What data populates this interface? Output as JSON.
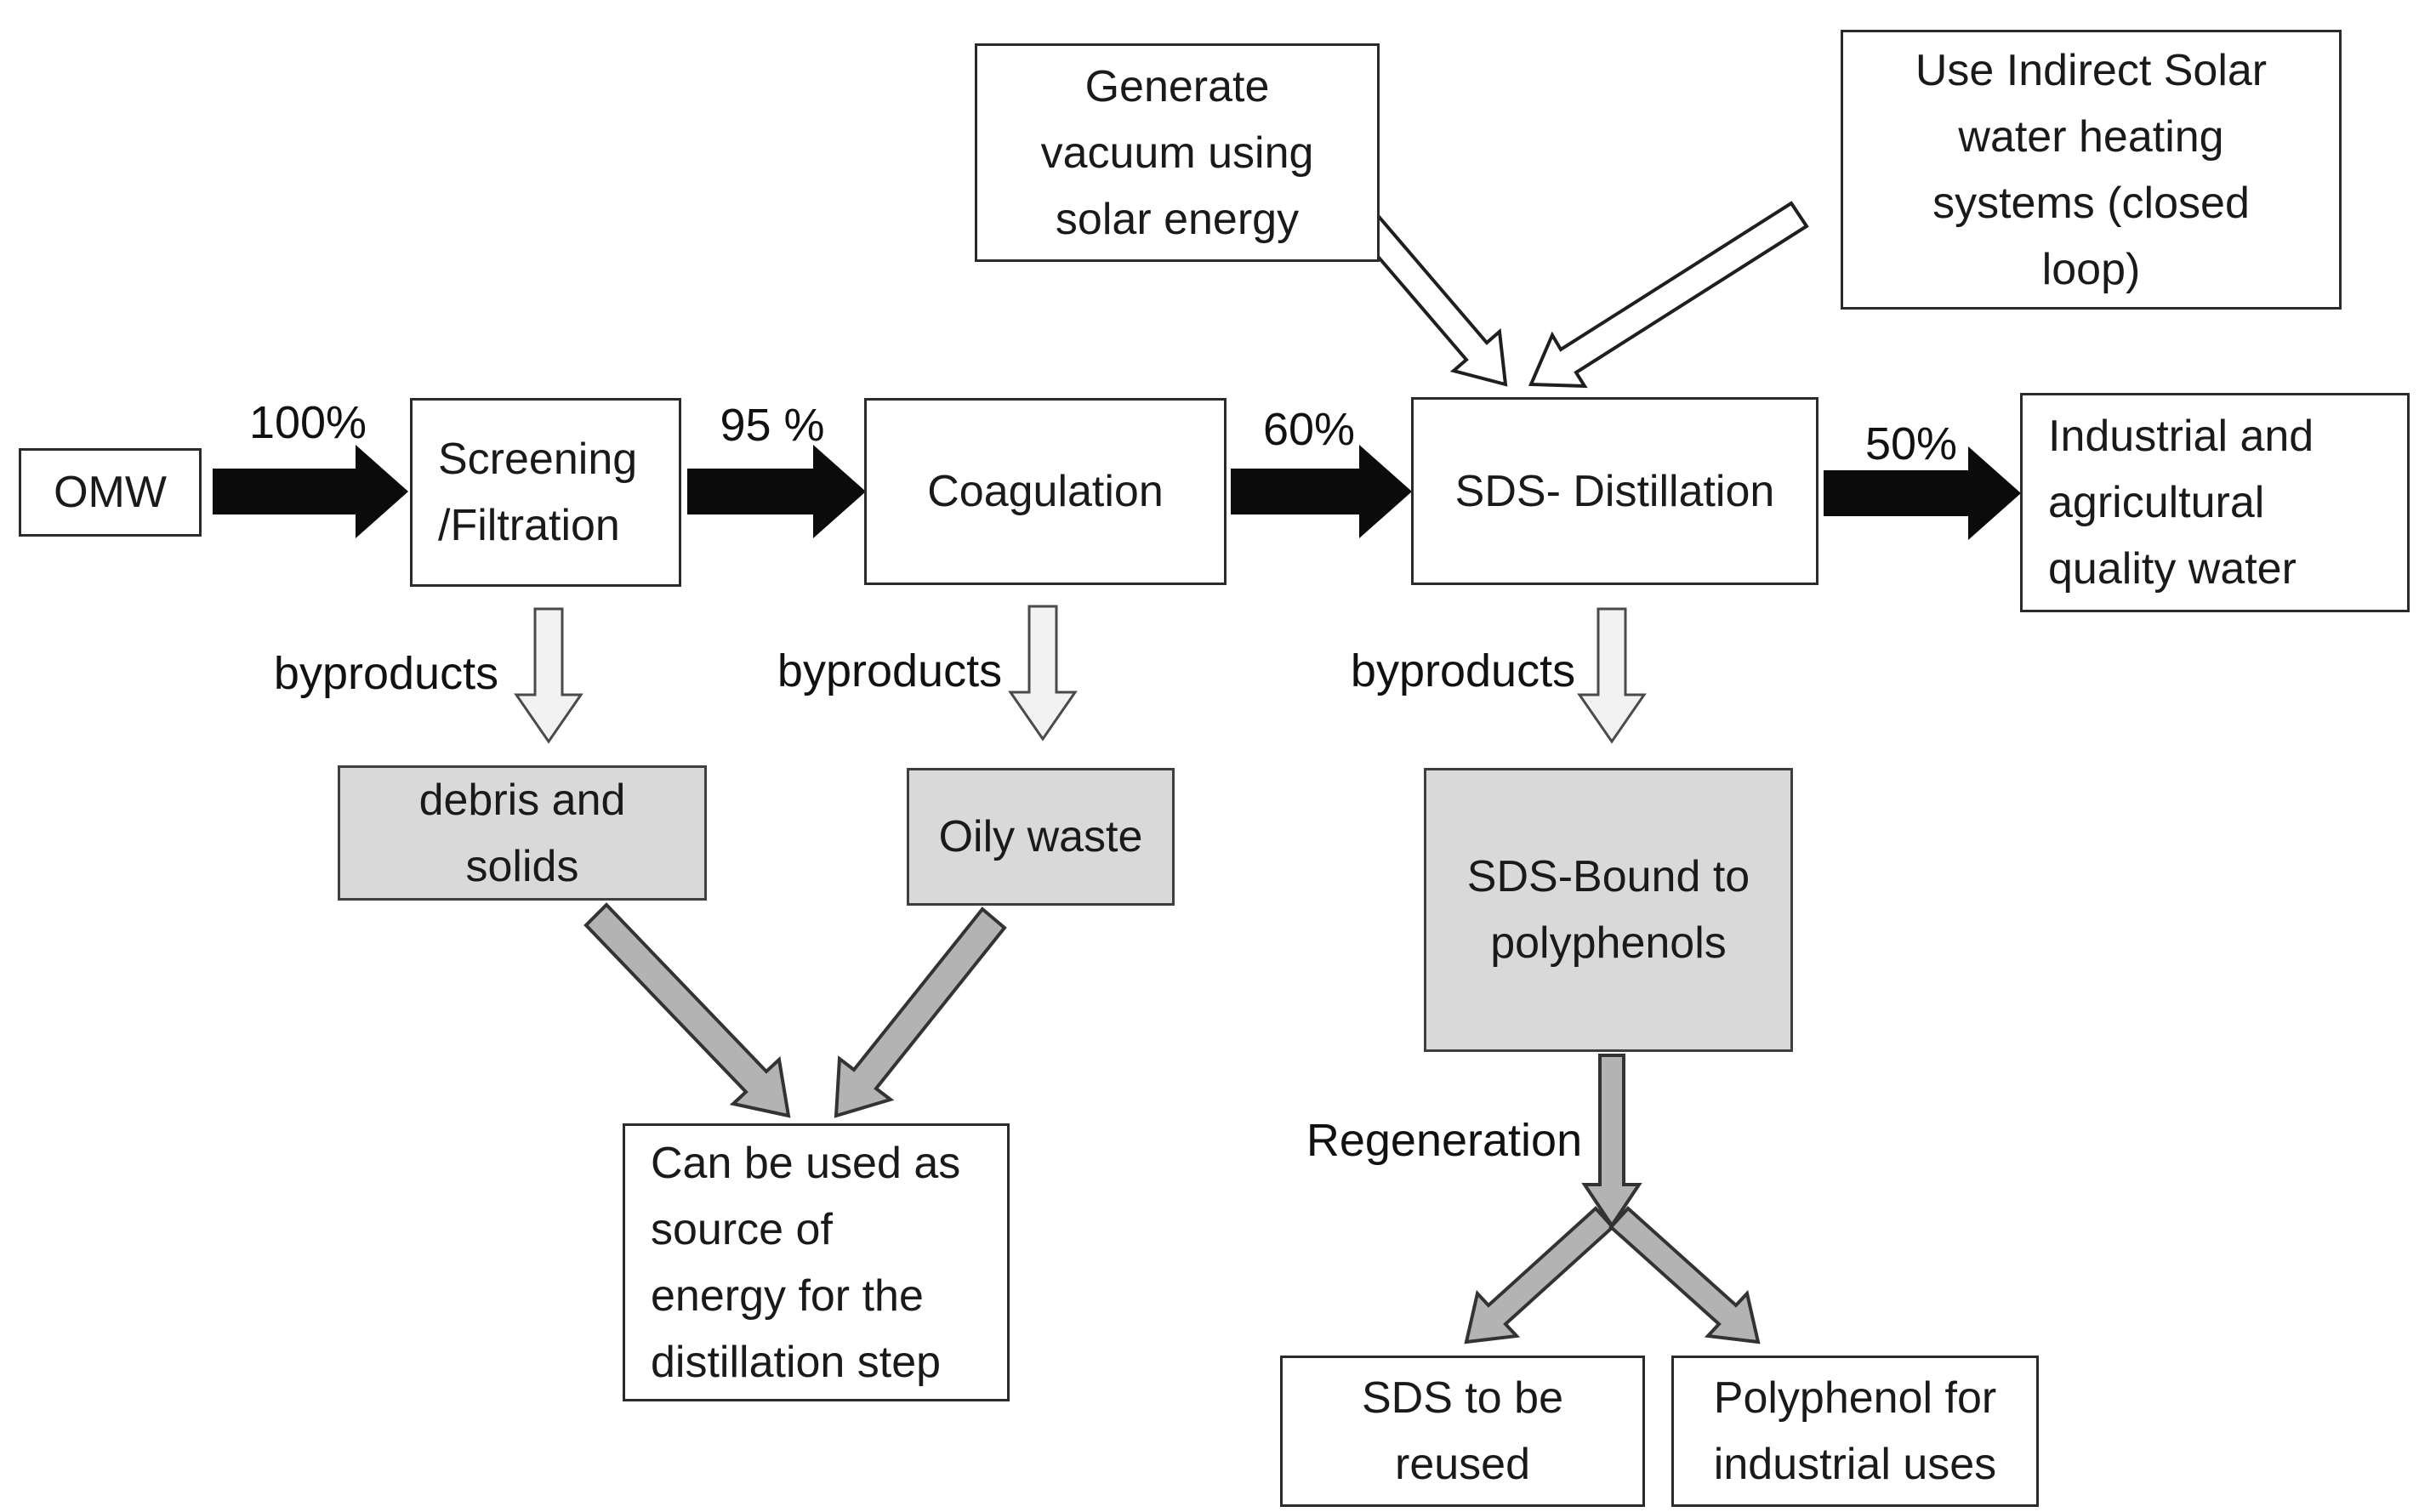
{
  "diagram": {
    "main_flow": {
      "omw": {
        "label": "OMW"
      },
      "pct_100": "100%",
      "screening": {
        "label": [
          "Screening",
          "/Filtration"
        ]
      },
      "pct_95": "95 %",
      "coagulation": {
        "label": "Coagulation"
      },
      "pct_60": "60%",
      "sds_distillation": {
        "label": "SDS- Distillation"
      },
      "pct_50": "50%",
      "water": {
        "label": [
          "Industrial and",
          "agricultural",
          "quality water"
        ]
      }
    },
    "solar_inputs": {
      "vacuum": {
        "label": [
          "Generate",
          "vacuum using",
          "solar energy"
        ]
      },
      "heating": {
        "label": [
          "Use Indirect Solar",
          "water heating",
          "systems (closed",
          "loop)"
        ]
      }
    },
    "byproducts": {
      "label_screening": "byproducts",
      "label_coagulation": "byproducts",
      "label_sds": "byproducts",
      "debris": {
        "label": [
          "debris and",
          "solids"
        ]
      },
      "oily": {
        "label": "Oily waste"
      },
      "sds_bound": {
        "label": [
          "SDS-Bound to",
          "polyphenols"
        ]
      },
      "energy_use": {
        "label": [
          "Can be used as",
          "source of",
          "energy for the",
          "distillation step"
        ]
      },
      "regeneration_label": "Regeneration",
      "sds_reused": {
        "label": [
          "SDS to be",
          "reused"
        ]
      },
      "polyphenol": {
        "label": [
          "Polyphenol for",
          "industrial uses"
        ]
      }
    },
    "colors": {
      "box_border": "#2b2b2b",
      "white_box_fill": "#ffffff",
      "gray_box_fill": "#d9d9d9",
      "black_arrow": "#0b0b0b",
      "light_arrow_fill": "#f2f2f2",
      "gray_arrow_fill": "#b3b3b3",
      "arrow_outline": "#3a3a3a"
    }
  }
}
